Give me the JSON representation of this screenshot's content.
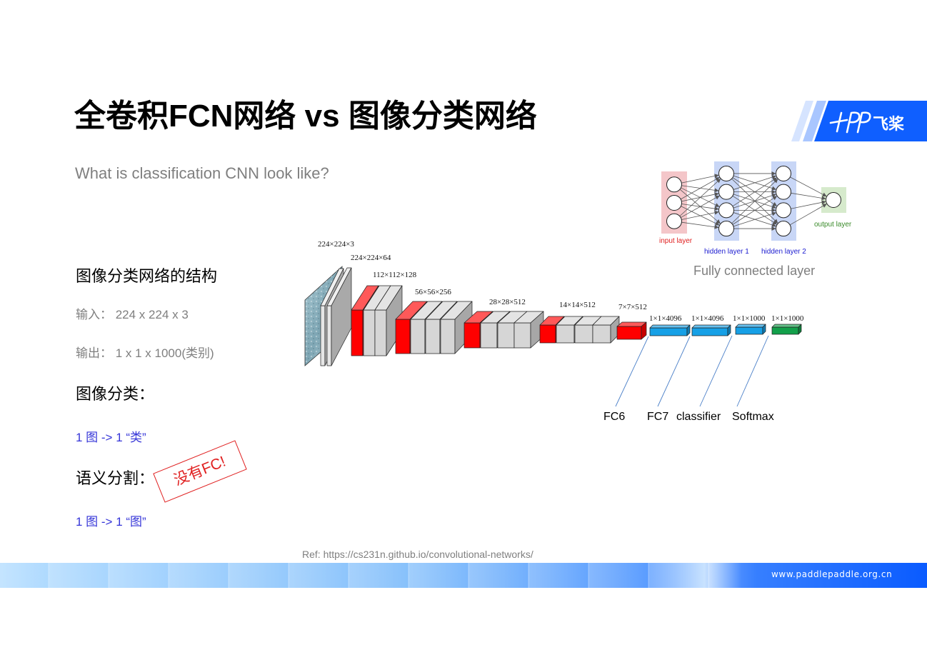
{
  "slide": {
    "title": "全卷积FCN网络 vs 图像分类网络",
    "subtitle": "What is classification CNN look like?",
    "reference": "Ref: https://cs231n.github.io/convolutional-networks/",
    "footer_url": "www.paddlepaddle.org.cn",
    "logo": {
      "text": "飞桨",
      "icon": "paddlepaddle-logo-icon"
    }
  },
  "left_panel": {
    "structure_heading": "图像分类网络的结构",
    "input_line": "输入： 224 x 224 x 3",
    "output_line": "输出： 1 x 1 x 1000(类别)",
    "classification_heading": "图像分类：",
    "classification_mapping": "1 图 -> 1 “类”",
    "segmentation_heading": "语义分割：",
    "segmentation_mapping": "1 图 -> 1 “图”"
  },
  "stamp": {
    "text": "没有FC!"
  },
  "fc_network": {
    "caption": "Fully connected layer",
    "layers": [
      {
        "label": "input layer",
        "nodes": 3
      },
      {
        "label": "hidden layer 1",
        "nodes": 4
      },
      {
        "label": "hidden layer 2",
        "nodes": 4
      },
      {
        "label": "output layer",
        "nodes": 1
      }
    ]
  },
  "cnn": {
    "stage_labels": [
      "224×224×3",
      "224×224×64",
      "112×112×128",
      "56×56×256",
      "28×28×512",
      "14×14×512",
      "7×7×512"
    ],
    "fc_labels": [
      "1×1×4096",
      "1×1×4096",
      "1×1×1000",
      "1×1×1000"
    ],
    "fc_layer_names": [
      "FC6",
      "FC7",
      "classifier",
      "Softmax"
    ]
  },
  "colors": {
    "title": "#000000",
    "muted_text": "#7f7f7f",
    "mapping_text": "#3535d8",
    "stamp": "#e02020",
    "brand_blue": "#0f5fff",
    "red_block": "#ff0000",
    "gray_block": "#d6d6d6",
    "fc_block": "#16a0e6",
    "softmax_block": "#12a04a",
    "fc_connector": "#4a7fc8",
    "input_layer_bg": "#f4c6c9",
    "hidden_layer_bg": "#c8d6f6",
    "output_layer_bg": "#d6eacc",
    "input_label": "#e02020",
    "hidden_label": "#1c1cd0",
    "output_label": "#3a8a2a"
  }
}
